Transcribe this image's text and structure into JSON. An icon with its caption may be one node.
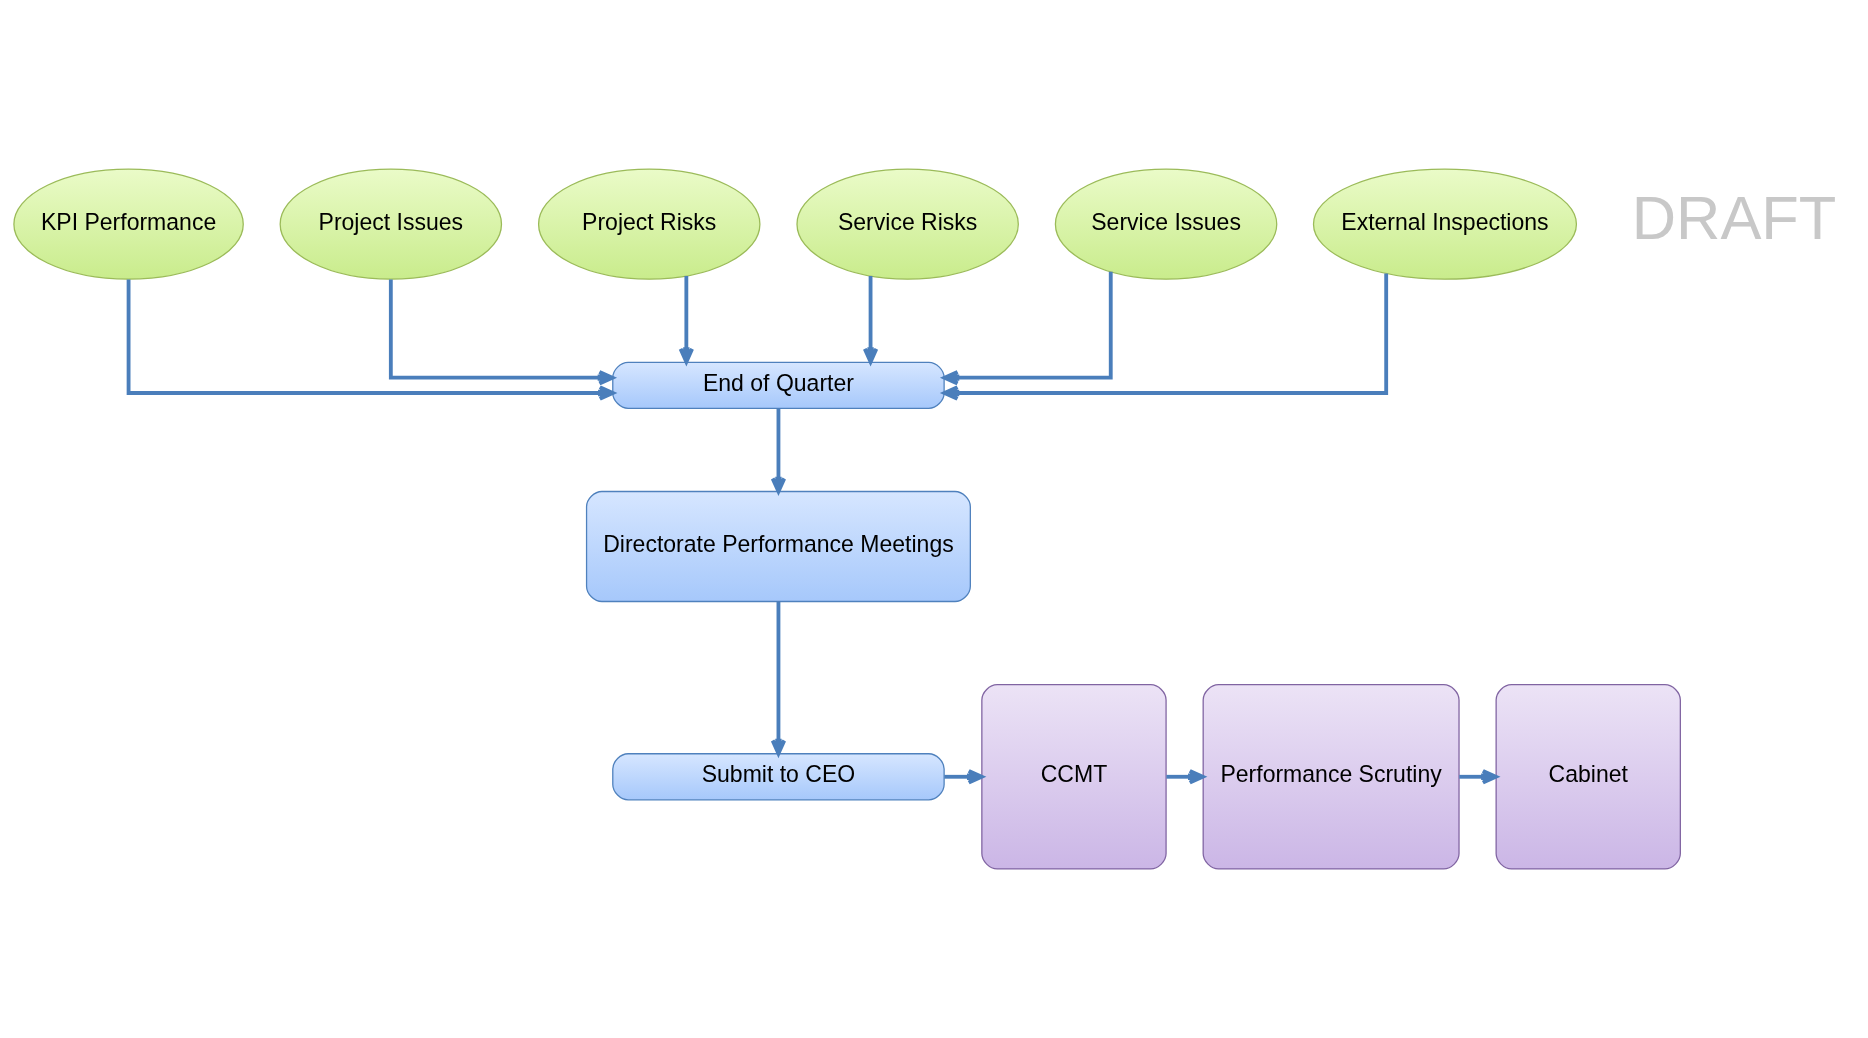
{
  "diagram": {
    "nodes": [
      {
        "text": [
          "KPI Performance"
        ]
      },
      {
        "text": [
          "Project Issues"
        ]
      },
      {
        "text": [
          "Project Risks"
        ]
      },
      {
        "text": [
          "Service Risks"
        ]
      },
      {
        "text": [
          "Service Issues"
        ]
      },
      {
        "text": [
          "External Inspections"
        ]
      },
      {
        "text": [
          "End of Quarter"
        ]
      },
      {
        "text": [
          "Directorate Performance Meetings"
        ]
      },
      {
        "text": [
          "Submit to CEO"
        ]
      },
      {
        "text": [
          "CCMT"
        ]
      },
      {
        "text": [
          "Performance Scrutiny"
        ]
      },
      {
        "text": [
          "Cabinet"
        ]
      }
    ],
    "edges": [
      {
        "from": 0,
        "to": 6,
        "arrow": "to"
      },
      {
        "from": 1,
        "to": 6,
        "arrow": "to"
      },
      {
        "from": 2,
        "to": 6,
        "arrow": "to"
      },
      {
        "from": 3,
        "to": 6,
        "arrow": "to"
      },
      {
        "from": 4,
        "to": 6,
        "arrow": "to"
      },
      {
        "from": 5,
        "to": 6,
        "arrow": "to"
      },
      {
        "from": 6,
        "to": 7,
        "arrow": "to"
      },
      {
        "from": 7,
        "to": 8,
        "arrow": "to"
      },
      {
        "from": 8,
        "to": 9,
        "arrow": "to"
      },
      {
        "from": 9,
        "to": 10,
        "arrow": "to"
      },
      {
        "from": 10,
        "to": 11,
        "arrow": "to"
      }
    ],
    "labels": [
      "DRAFT"
    ]
  }
}
